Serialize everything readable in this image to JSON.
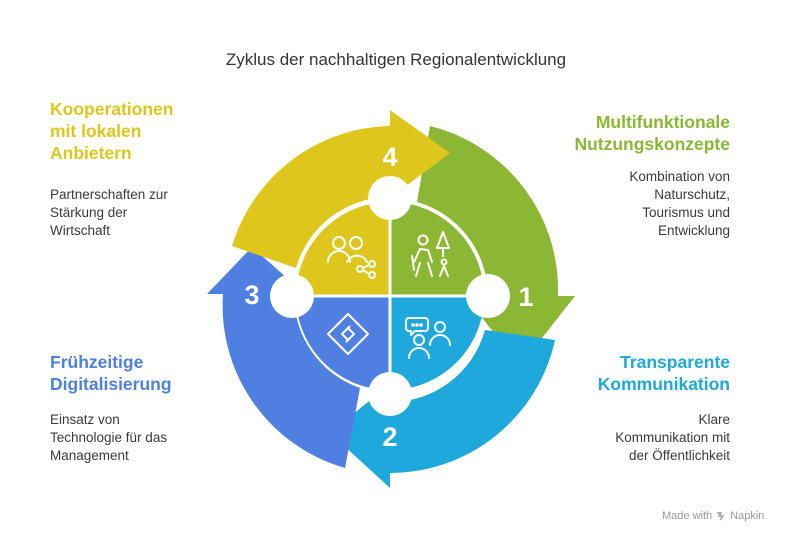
{
  "title": "Zyklus der nachhaltigen Regionalentwicklung",
  "steps": [
    {
      "number": "1",
      "heading": [
        "Multifunktionale",
        "Nutzungskonzepte"
      ],
      "description": [
        "Kombination von",
        "Naturschutz,",
        "Tourismus und",
        "Entwicklung"
      ],
      "color": "#8bb735",
      "icon": "hiker-tree-icon"
    },
    {
      "number": "2",
      "heading": [
        "Transparente",
        "Kommunikation"
      ],
      "description": [
        "Klare",
        "Kommunikation mit",
        "der Öffentlichkeit"
      ],
      "color": "#1ea8dc",
      "icon": "people-chat-icon"
    },
    {
      "number": "3",
      "heading": [
        "Frühzeitige",
        "Digitalisierung"
      ],
      "description": [
        "Einsatz von",
        "Technologie für das",
        "Management"
      ],
      "color": "#4f7fe0",
      "icon": "digital-diamond-icon"
    },
    {
      "number": "4",
      "heading": [
        "Kooperationen",
        "mit lokalen",
        "Anbietern"
      ],
      "description": [
        "Partnerschaften zur",
        "Stärkung der",
        "Wirtschaft"
      ],
      "color": "#dfc61c",
      "icon": "group-network-icon"
    }
  ],
  "footer": {
    "prefix": "Made with",
    "brand": "Napkin"
  },
  "colors": {
    "text": "#333333",
    "background": "#ffffff"
  }
}
